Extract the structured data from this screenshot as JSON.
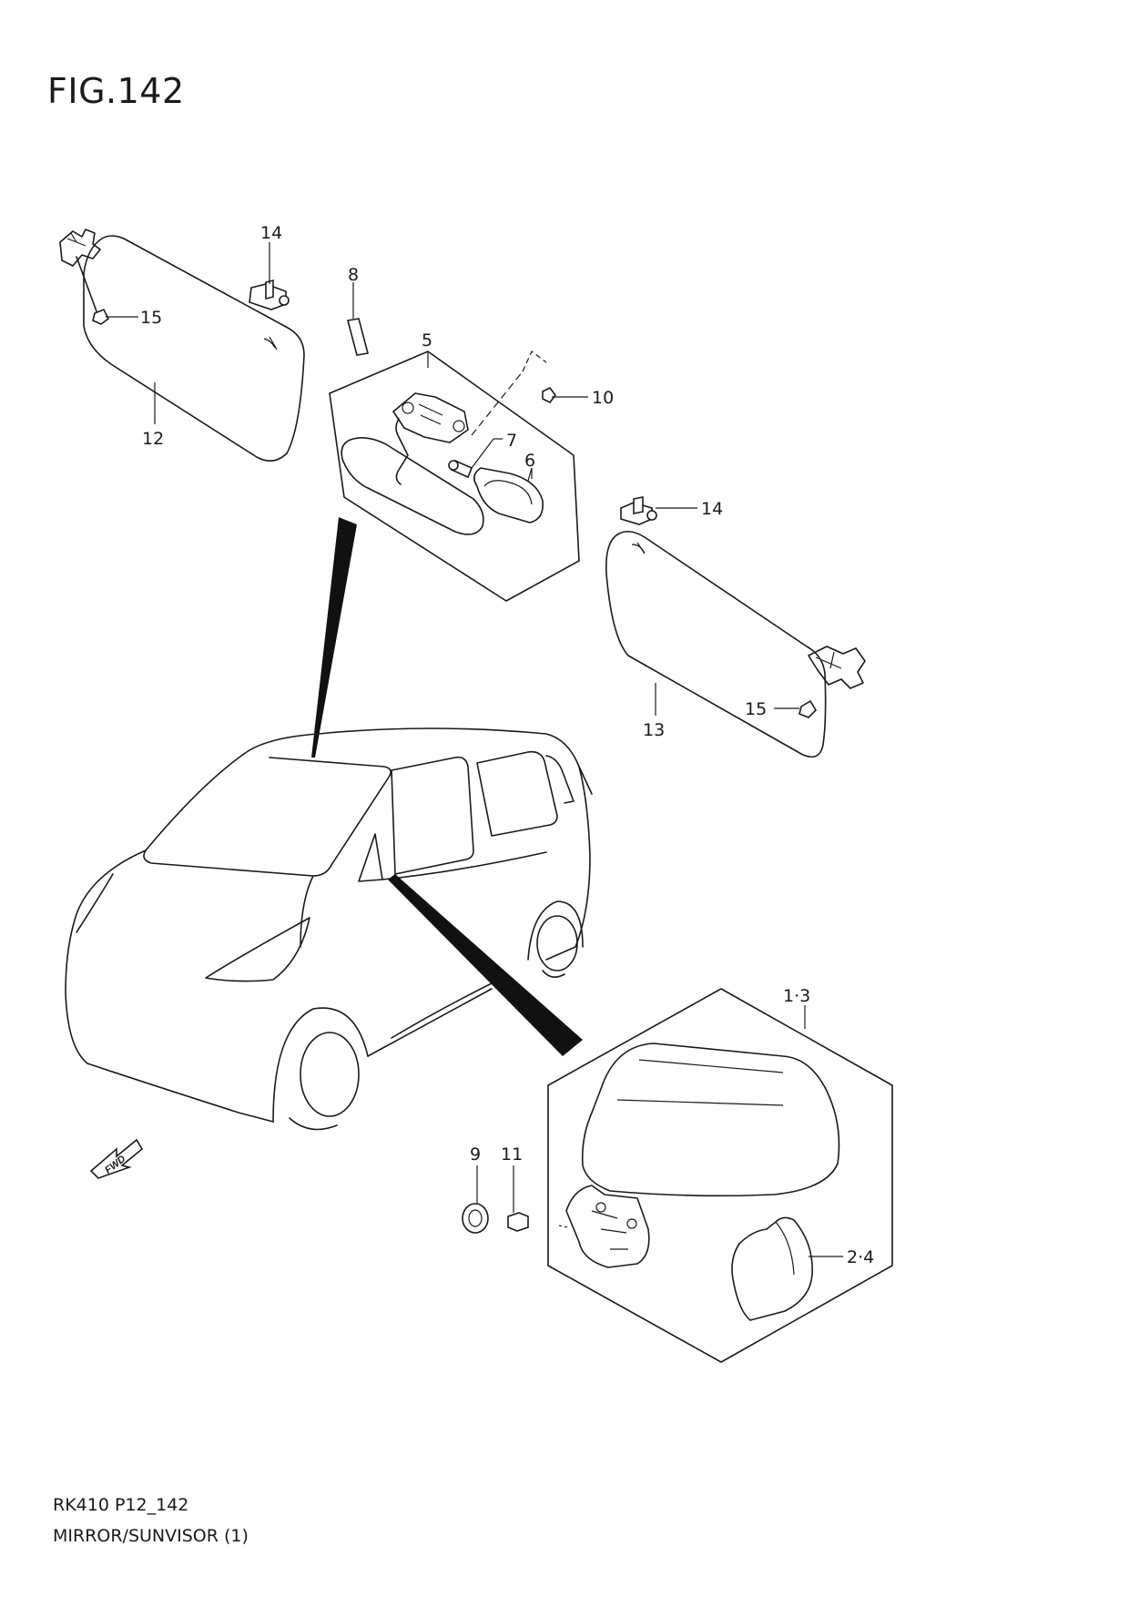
{
  "figure": {
    "title": "FIG.142",
    "code": "RK410 P12_142",
    "name": "MIRROR/SUNVISOR (1)"
  },
  "callouts": {
    "c1_3": "1·3",
    "c2_4": "2·4",
    "c5": "5",
    "c6": "6",
    "c7": "7",
    "c8": "8",
    "c9": "9",
    "c10": "10",
    "c11": "11",
    "c12": "12",
    "c13": "13",
    "c14a": "14",
    "c14b": "14",
    "c15a": "15",
    "c15b": "15"
  },
  "arrow": {
    "label": "FWD"
  }
}
